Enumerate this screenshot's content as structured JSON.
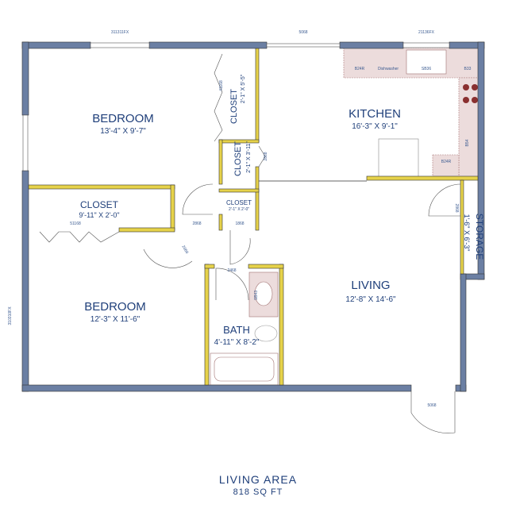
{
  "rooms": {
    "bedroom1": {
      "name": "BEDROOM",
      "size": "13'-4\" X 9'-7\""
    },
    "kitchen": {
      "name": "KITCHEN",
      "size": "16'-3\" X 9'-1\""
    },
    "closet1": {
      "name": "CLOSET",
      "size": "2'-1\" X 5'-5\""
    },
    "closet2": {
      "name": "CLOSET",
      "size": "2'-1\" X 3'-11\""
    },
    "closet3": {
      "name": "CLOSET",
      "size": "9'-11\" X 2'-0\""
    },
    "closet4": {
      "name": "CLOSET",
      "size": "2'-1\" X 2'-0\""
    },
    "storage": {
      "name": "STORAGE",
      "size": "1'-6\" X 6'-3\""
    },
    "living": {
      "name": "LIVING",
      "size": "12'-8\" X 14'-6\""
    },
    "bedroom2": {
      "name": "BEDROOM",
      "size": "12'-3\" X 11'-6\""
    },
    "bath": {
      "name": "BATH",
      "size": "4'-11\" X 8'-2\""
    }
  },
  "labels": {
    "win_top_left": "311311FX",
    "door_top": "5068",
    "win_top_right": "21136FX",
    "win_left": "310310FX",
    "cab_b24r": "B24R",
    "dishwasher": "Dishwasher",
    "sink": "SB36",
    "cab_b33": "B33",
    "cab_b54": "B54",
    "cab_b24r2": "B24R",
    "closet_door1": "41168",
    "closet_door2": "2868",
    "closet_door3": "51168",
    "door_2868a": "2868",
    "door_1868": "1868",
    "door_2868b": "2868",
    "door_2468": "2468",
    "door_front": "5068",
    "storage_door": "2868",
    "lav": "SB43"
  },
  "footer": {
    "title": "LIVING AREA",
    "area": "818 SQ FT"
  },
  "colors": {
    "exterior_wall": "#6b7fa3",
    "interior_wall": "#e6d24a",
    "text": "#1f3f7a",
    "cabinet": "#ecdcdc"
  }
}
